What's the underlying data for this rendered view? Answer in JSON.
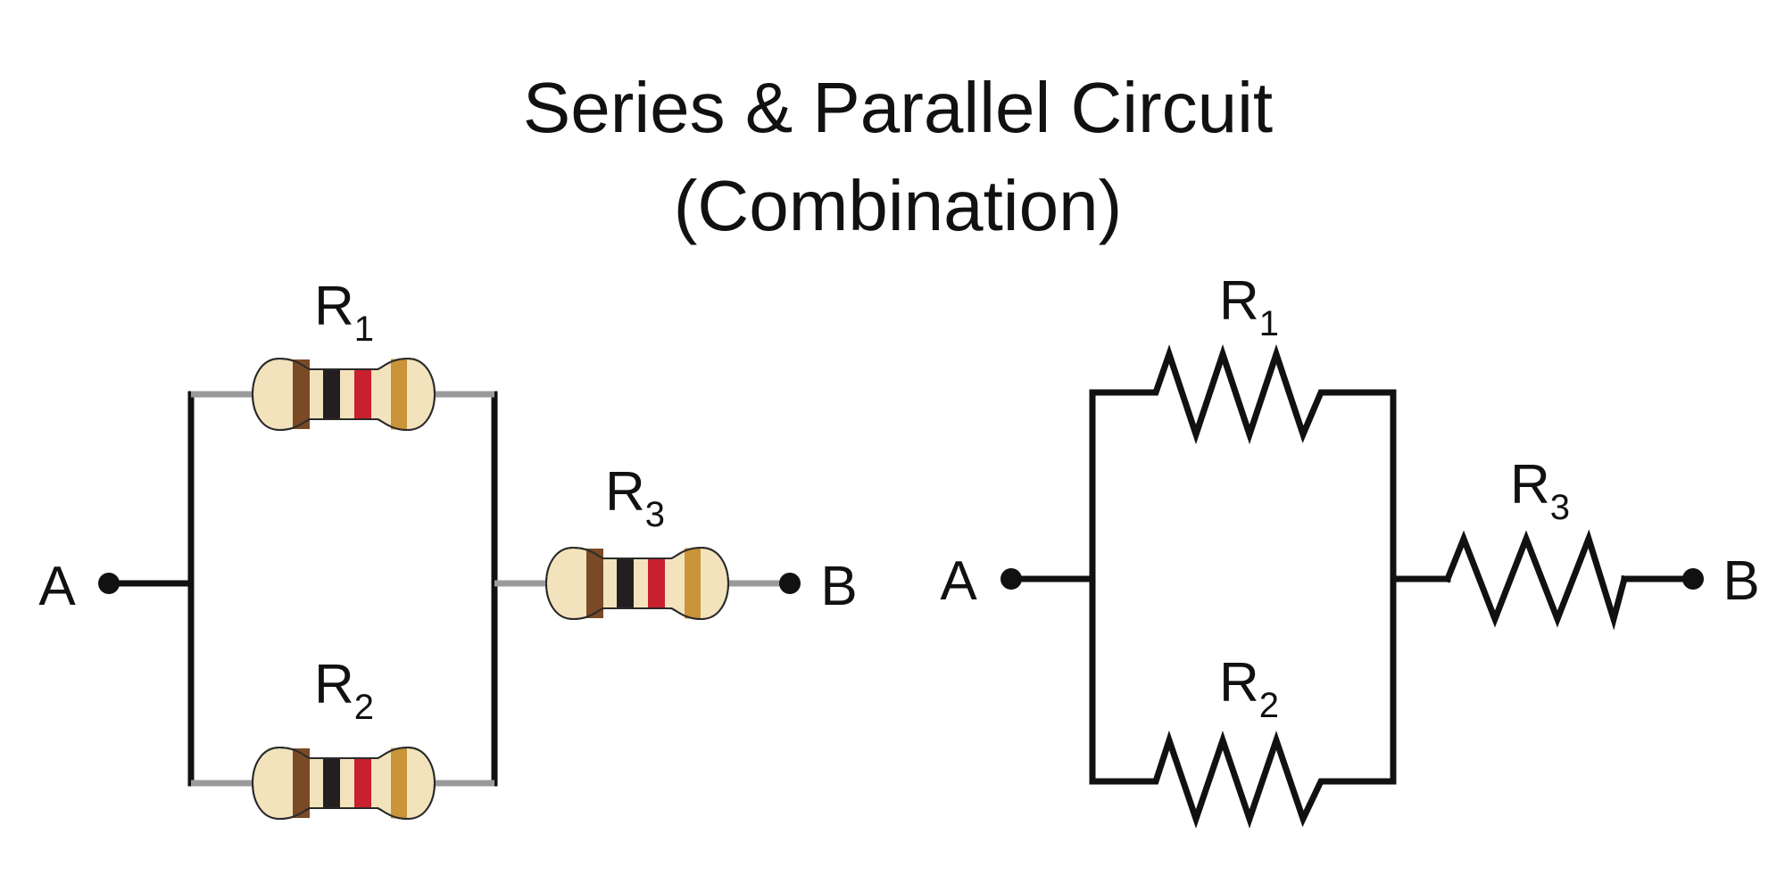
{
  "title": {
    "line1": "Series & Parallel Circuit",
    "line2": "(Combination)"
  },
  "left_diagram": {
    "terminal_a": "A",
    "terminal_b": "B",
    "resistors": [
      {
        "label": "R",
        "sub": "1"
      },
      {
        "label": "R",
        "sub": "2"
      },
      {
        "label": "R",
        "sub": "3"
      }
    ]
  },
  "right_diagram": {
    "terminal_a": "A",
    "terminal_b": "B",
    "resistors": [
      {
        "label": "R",
        "sub": "1"
      },
      {
        "label": "R",
        "sub": "2"
      },
      {
        "label": "R",
        "sub": "3"
      }
    ]
  },
  "colors": {
    "body": "#f3e3bd",
    "band_brown": "#7a4a26",
    "band_black": "#231f20",
    "band_red": "#c8202e",
    "band_gold": "#c9943a",
    "wire": "#111111",
    "lead": "#9a9a9a"
  }
}
